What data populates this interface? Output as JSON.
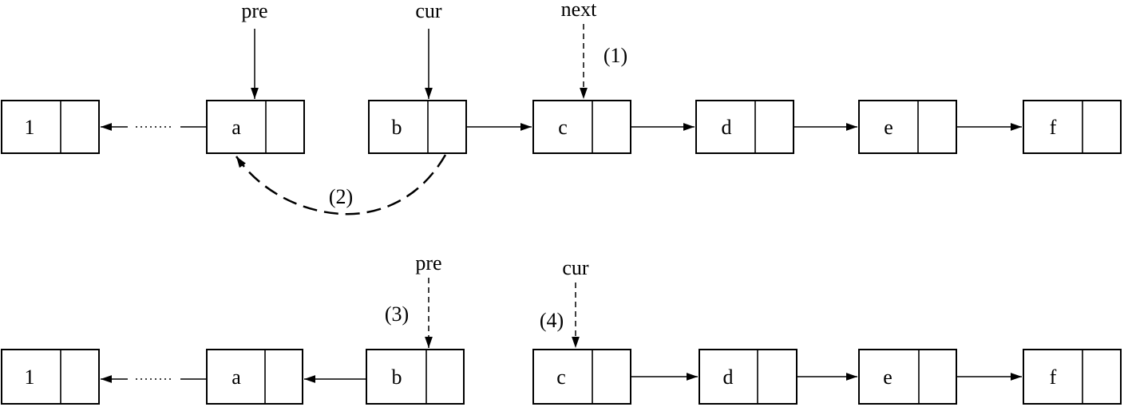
{
  "top_row": {
    "nodes": [
      "1",
      "a",
      "b",
      "c",
      "d",
      "e",
      "f"
    ],
    "pointers": {
      "pre": "pre",
      "cur": "cur",
      "next": "next"
    },
    "steps": {
      "one": "(1)",
      "two": "(2)"
    }
  },
  "bottom_row": {
    "nodes": [
      "1",
      "a",
      "b",
      "c",
      "d",
      "e",
      "f"
    ],
    "pointers": {
      "pre": "pre",
      "cur": "cur"
    },
    "steps": {
      "three": "(3)",
      "four": "(4)"
    }
  }
}
